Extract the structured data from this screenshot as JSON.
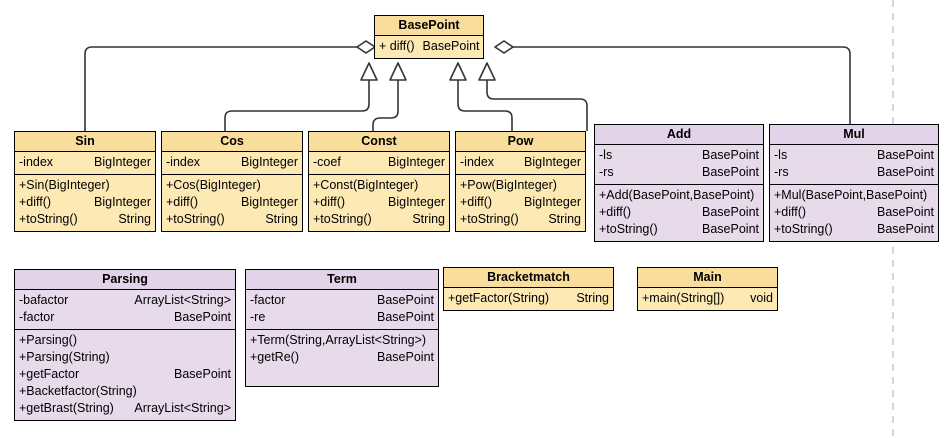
{
  "diagram": {
    "type": "uml-class-diagram",
    "title": "",
    "page_break_line": true,
    "colors": {
      "yellow_header": "#f9dd9c",
      "yellow_body": "#fde9b4",
      "purple_header": "#e2d3e8",
      "purple_body": "#e7daea",
      "border": "#000000",
      "connector": "#333333",
      "page_break": "#cccccc"
    }
  },
  "classes": {
    "basepoint": {
      "name": "BasePoint",
      "theme": "yellow",
      "attributes": [],
      "methods": [
        {
          "name": "+ diff()",
          "type": "BasePoint"
        }
      ]
    },
    "sin": {
      "name": "Sin",
      "theme": "yellow",
      "attributes": [
        {
          "name": "-index",
          "type": "BigInteger"
        }
      ],
      "methods": [
        {
          "name": "+Sin(BigInteger)",
          "type": ""
        },
        {
          "name": "+diff()",
          "type": "BigInteger"
        },
        {
          "name": "+toString()",
          "type": "String"
        }
      ]
    },
    "cos": {
      "name": "Cos",
      "theme": "yellow",
      "attributes": [
        {
          "name": "-index",
          "type": "BigInteger"
        }
      ],
      "methods": [
        {
          "name": "+Cos(BigInteger)",
          "type": ""
        },
        {
          "name": "+diff()",
          "type": "BigInteger"
        },
        {
          "name": "+toString()",
          "type": "String"
        }
      ]
    },
    "const": {
      "name": "Const",
      "theme": "yellow",
      "attributes": [
        {
          "name": "-coef",
          "type": "BigInteger"
        }
      ],
      "methods": [
        {
          "name": "+Const(BigInteger)",
          "type": ""
        },
        {
          "name": "+diff()",
          "type": "BigInteger"
        },
        {
          "name": "+toString()",
          "type": "String"
        }
      ]
    },
    "pow": {
      "name": "Pow",
      "theme": "yellow",
      "attributes": [
        {
          "name": "-index",
          "type": "BigInteger"
        }
      ],
      "methods": [
        {
          "name": "+Pow(BigInteger)",
          "type": ""
        },
        {
          "name": "+diff()",
          "type": "BigInteger"
        },
        {
          "name": "+toString()",
          "type": "String"
        }
      ]
    },
    "add": {
      "name": "Add",
      "theme": "purple",
      "attributes": [
        {
          "name": "-ls",
          "type": "BasePoint"
        },
        {
          "name": "-rs",
          "type": "BasePoint"
        }
      ],
      "methods": [
        {
          "name": "+Add(BasePoint,BasePoint)",
          "type": ""
        },
        {
          "name": "+diff()",
          "type": "BasePoint"
        },
        {
          "name": "+toString()",
          "type": "BasePoint"
        }
      ]
    },
    "mul": {
      "name": "Mul",
      "theme": "purple",
      "attributes": [
        {
          "name": "-ls",
          "type": "BasePoint"
        },
        {
          "name": "-rs",
          "type": "BasePoint"
        }
      ],
      "methods": [
        {
          "name": "+Mul(BasePoint,BasePoint)",
          "type": ""
        },
        {
          "name": "+diff()",
          "type": "BasePoint"
        },
        {
          "name": "+toString()",
          "type": "BasePoint"
        }
      ]
    },
    "parsing": {
      "name": "Parsing",
      "theme": "purple",
      "attributes": [
        {
          "name": "-bafactor",
          "type": "ArrayList<String>"
        },
        {
          "name": "-factor",
          "type": "BasePoint"
        }
      ],
      "methods": [
        {
          "name": "+Parsing()",
          "type": ""
        },
        {
          "name": "+Parsing(String)",
          "type": ""
        },
        {
          "name": "+getFactor",
          "type": "BasePoint"
        },
        {
          "name": "+Backetfactor(String)",
          "type": ""
        },
        {
          "name": "+getBrast(String)",
          "type": "ArrayList<String>"
        }
      ]
    },
    "term": {
      "name": "Term",
      "theme": "purple",
      "attributes": [
        {
          "name": "-factor",
          "type": "BasePoint"
        },
        {
          "name": "-re",
          "type": "BasePoint"
        }
      ],
      "methods": [
        {
          "name": "+Term(String,ArrayList<String>)",
          "type": ""
        },
        {
          "name": "+getRe()",
          "type": "BasePoint"
        }
      ]
    },
    "bracketmatch": {
      "name": "Bracketmatch",
      "theme": "yellow",
      "attributes": [],
      "methods": [
        {
          "name": "+getFactor(String)",
          "type": "String"
        }
      ]
    },
    "main": {
      "name": "Main",
      "theme": "yellow",
      "attributes": [],
      "methods": [
        {
          "name": "+main(String[])",
          "type": "void"
        }
      ]
    }
  },
  "relationships": [
    {
      "kind": "aggregation",
      "from": "Add",
      "to": "BasePoint",
      "marker": "diamond",
      "side": "right"
    },
    {
      "kind": "aggregation",
      "from": "Sin",
      "to": "BasePoint",
      "marker": "diamond",
      "side": "left"
    },
    {
      "kind": "generalization",
      "from": "Sin",
      "to": "BasePoint",
      "marker": "hollow-triangle"
    },
    {
      "kind": "generalization",
      "from": "Cos",
      "to": "BasePoint",
      "marker": "hollow-triangle"
    },
    {
      "kind": "generalization",
      "from": "Const",
      "to": "BasePoint",
      "marker": "hollow-triangle"
    },
    {
      "kind": "generalization",
      "from": "Pow",
      "to": "BasePoint",
      "marker": "hollow-triangle"
    },
    {
      "kind": "generalization",
      "from": "Add",
      "to": "BasePoint",
      "marker": "hollow-triangle"
    },
    {
      "kind": "aggregation",
      "from": "Mul",
      "to": "BasePoint",
      "marker": "diamond"
    }
  ]
}
